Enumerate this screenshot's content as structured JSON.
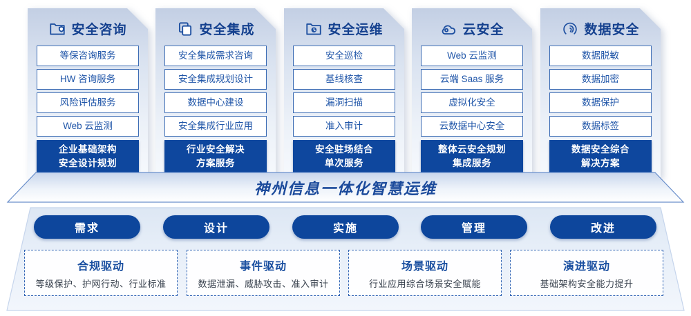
{
  "palette": {
    "navy_title": "#15418f",
    "item_border": "#3c6cb4",
    "item_text": "#1f55a8",
    "dark_box_bg": "#0e479e",
    "pill_bg": "#0d469c",
    "banner_text": "#1b4a9b",
    "driver_title": "#1a4fa0",
    "driver_desc": "#39424e"
  },
  "columns": [
    {
      "title": "安全咨询",
      "icon": "folder-shield-icon",
      "items": [
        "等保咨询服务",
        "HW 咨询服务",
        "风险评估服务",
        "Web 云监测"
      ],
      "highlight": [
        "企业基础架构",
        "安全设计规划"
      ]
    },
    {
      "title": "安全集成",
      "icon": "stacked-documents-icon",
      "items": [
        "安全集成需求咨询",
        "安全集成规划设计",
        "数据中心建设",
        "安全集成行业应用"
      ],
      "highlight": [
        "行业安全解决",
        "方案服务"
      ]
    },
    {
      "title": "安全运维",
      "icon": "folder-clock-icon",
      "items": [
        "安全巡检",
        "基线核查",
        "漏洞扫描",
        "准入审计"
      ],
      "highlight": [
        "安全驻场结合",
        "单次服务"
      ]
    },
    {
      "title": "云安全",
      "icon": "cloud-icon",
      "items": [
        "Web 云监测",
        "云端 Saas 服务",
        "虚拟化安全",
        "云数据中心安全"
      ],
      "highlight": [
        "整体云安全规划",
        "集成服务"
      ]
    },
    {
      "title": "数据安全",
      "icon": "fingerprint-icon",
      "items": [
        "数据脱敏",
        "数据加密",
        "数据保护",
        "数据标签"
      ],
      "highlight": [
        "数据安全综合",
        "解决方案"
      ]
    }
  ],
  "banner": {
    "title": "神州信息一体化智慧运维"
  },
  "phases": [
    {
      "label": "需求"
    },
    {
      "label": "设计"
    },
    {
      "label": "实施"
    },
    {
      "label": "管理"
    },
    {
      "label": "改进"
    }
  ],
  "drivers": [
    {
      "title": "合规驱动",
      "desc": "等级保护、护网行动、行业标准"
    },
    {
      "title": "事件驱动",
      "desc": "数据泄漏、威胁攻击、准入审计"
    },
    {
      "title": "场景驱动",
      "desc": "行业应用综合场景安全赋能"
    },
    {
      "title": "演进驱动",
      "desc": "基础架构安全能力提升"
    }
  ]
}
